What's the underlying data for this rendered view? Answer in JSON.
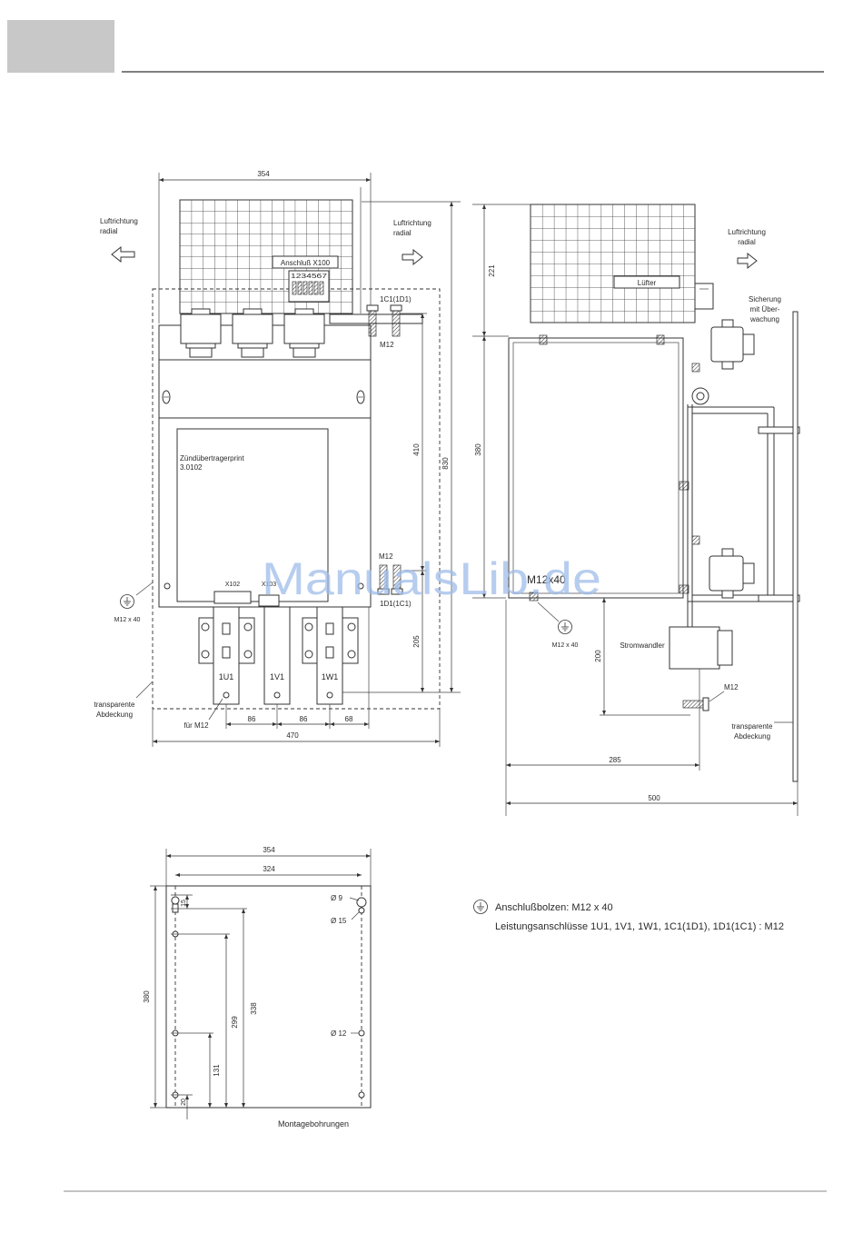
{
  "front_view": {
    "dim_width_top": "354",
    "air_left": [
      "Luftrichtung",
      "radial"
    ],
    "air_mid": [
      "Luftrichtung",
      "radial"
    ],
    "connector_x100": "Anschluß X100",
    "connector_pins": "1234567",
    "terminal_top": "1C1(1D1)",
    "bolt_top": "M12",
    "board_title": "Zündübertragerprint",
    "board_number": "3.0102",
    "conn_x102": "X102",
    "conn_x103": "X103",
    "bolt_lower": "M12",
    "terminal_lower": "1D1(1C1)",
    "dim_410": "410",
    "dim_830": "830",
    "dim_205": "205",
    "ground_label": "M12 x 40",
    "phases": [
      "1U1",
      "1V1",
      "1W1"
    ],
    "cover_label": [
      "transparente",
      "Abdeckung"
    ],
    "hole_label": "für M12",
    "dims_bottom": [
      "86",
      "86",
      "68"
    ],
    "dim_470": "470"
  },
  "side_view": {
    "dim_221": "221",
    "fan_label": "Lüfter",
    "air_right": [
      "Luftrichtung",
      "radial"
    ],
    "fuse_label": [
      "Sicherung",
      "mit Über-",
      "wachung"
    ],
    "dim_380": "380",
    "bolt_label": "M12x40",
    "ground_label": "M12 x 40",
    "transformer_label": "Stromwandler",
    "dim_200": "200",
    "bolt_lower": "M12",
    "cover_label": [
      "transparente",
      "Abdeckung"
    ],
    "dim_285": "285",
    "dim_500": "500"
  },
  "mounting": {
    "dim_354": "354",
    "dim_324": "324",
    "dim_380": "380",
    "hole_9": "Ø 9",
    "hole_15": "Ø 15",
    "hole_12": "Ø 12",
    "dim_15": "15",
    "dim_338": "338",
    "dim_299": "299",
    "dim_131": "131",
    "dim_20": "20",
    "caption": "Montagebohrungen"
  },
  "legend": {
    "line1": "Anschlußbolzen: M12 x 40",
    "line2": "Leistungsanschlüsse 1U1, 1V1, 1W1, 1C1(1D1), 1D1(1C1) : M12"
  },
  "watermark": "ManualsLib.de",
  "colors": {
    "header_box": "#c8c8c8",
    "watermark": "#9fbcea"
  }
}
